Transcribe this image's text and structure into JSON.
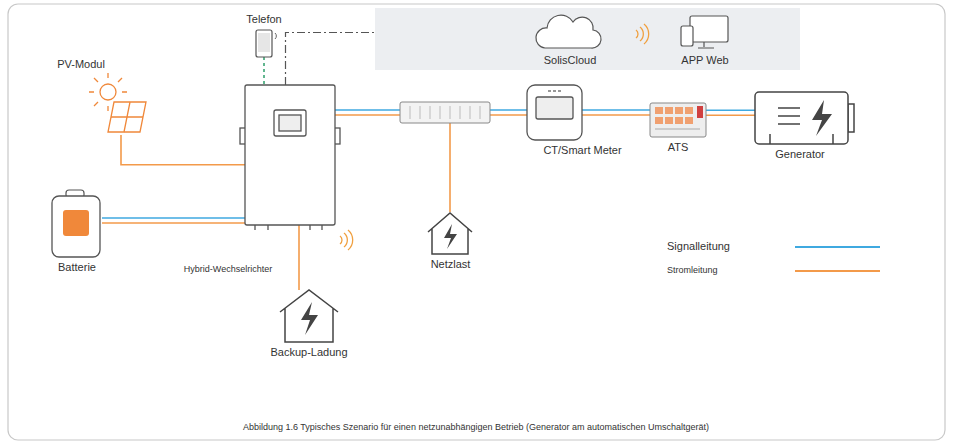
{
  "diagram": {
    "caption": "Abbildung 1.6 Typisches Szenario für einen netzunabhängigen Betrieb (Generator am automatischen Umschaltgerät)",
    "nodes": [
      {
        "text": [
          "PV-Modul"
        ]
      },
      {
        "text": [
          "Telefon"
        ]
      },
      {
        "text": [
          "SolisCloud"
        ]
      },
      {
        "text": [
          "APP Web"
        ]
      },
      {
        "text": [
          "Batterie"
        ]
      },
      {
        "text": [
          "Hybrid-Wechselrichter"
        ]
      },
      {
        "text": [
          "Netzlast"
        ]
      },
      {
        "text": [
          "CT/Smart Meter"
        ]
      },
      {
        "text": [
          "ATS"
        ]
      },
      {
        "text": [
          "Generator"
        ]
      },
      {
        "text": [
          "Backup-Ladung"
        ]
      }
    ],
    "edges": [
      {
        "from": 0,
        "to": 5,
        "arrow": "none"
      },
      {
        "from": 1,
        "to": 5,
        "arrow": "none"
      },
      {
        "from": 5,
        "to": 2,
        "arrow": "none"
      },
      {
        "from": 4,
        "to": 5,
        "arrow": "none"
      },
      {
        "from": 5,
        "to": 7,
        "arrow": "none"
      },
      {
        "from": 7,
        "to": 8,
        "arrow": "none"
      },
      {
        "from": 8,
        "to": 9,
        "arrow": "none"
      },
      {
        "from": 5,
        "to": 10,
        "arrow": "none"
      }
    ],
    "legend": [
      {
        "text": "Signalleitung"
      },
      {
        "text": "Stromleitung"
      }
    ]
  }
}
